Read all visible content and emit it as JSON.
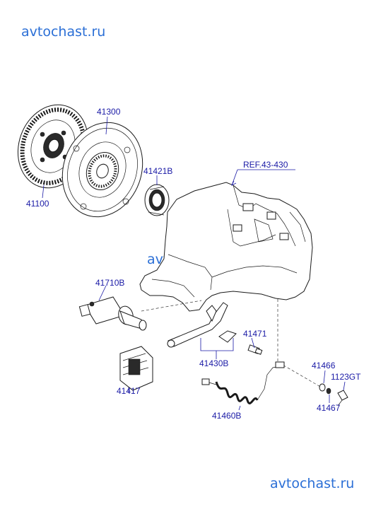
{
  "watermarks": {
    "top": "avtochast.ru",
    "middle": "avtochast.ru",
    "bottom": "avtochast.ru"
  },
  "reference": "REF.43-430",
  "parts": {
    "p41300": "41300",
    "p41100": "41100",
    "p41421B": "41421B",
    "p41710B": "41710B",
    "p41471": "41471",
    "p41430B": "41430B",
    "p41417": "41417",
    "p41460B": "41460B",
    "p41466": "41466",
    "p1123GT": "1123GT",
    "p41467": "41467"
  },
  "colors": {
    "watermark": "#2b6fd6",
    "label": "#1a1aa6",
    "ink": "#1a1a1a"
  }
}
